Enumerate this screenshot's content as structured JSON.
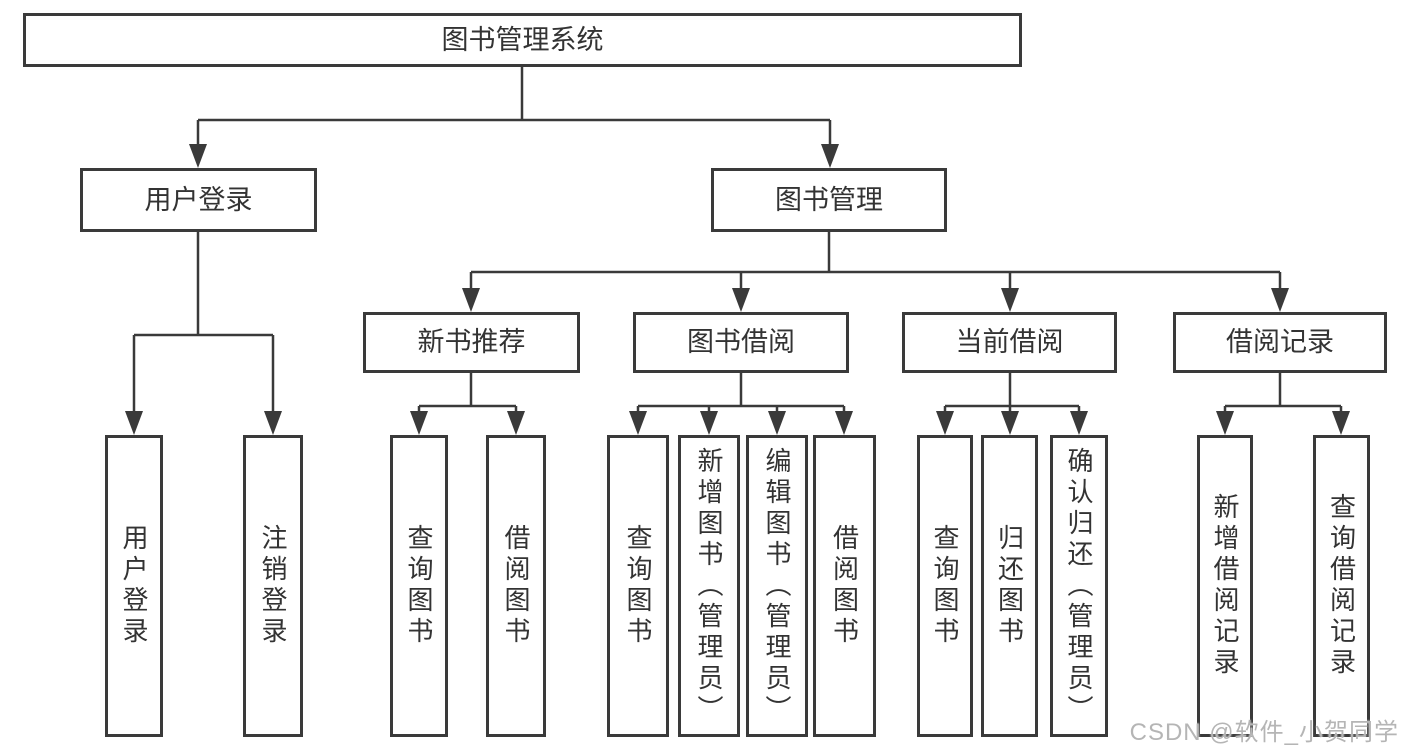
{
  "diagram": {
    "type": "tree",
    "root": {
      "label": "图书管理系统",
      "children": [
        {
          "label": "用户登录",
          "children": [
            {
              "label": "用户登录"
            },
            {
              "label": "注销登录"
            }
          ]
        },
        {
          "label": "图书管理",
          "children": [
            {
              "label": "新书推荐",
              "children": [
                {
                  "label": "查询图书"
                },
                {
                  "label": "借阅图书"
                }
              ]
            },
            {
              "label": "图书借阅",
              "children": [
                {
                  "label": "查询图书"
                },
                {
                  "label": "新增图书（管理员）"
                },
                {
                  "label": "编辑图书（管理员）"
                },
                {
                  "label": "借阅图书"
                }
              ]
            },
            {
              "label": "当前借阅",
              "children": [
                {
                  "label": "查询图书"
                },
                {
                  "label": "归还图书"
                },
                {
                  "label": "确认归还（管理员）"
                }
              ]
            },
            {
              "label": "借阅记录",
              "children": [
                {
                  "label": "新增借阅记录"
                },
                {
                  "label": "查询借阅记录"
                }
              ]
            }
          ]
        }
      ]
    }
  },
  "watermark": {
    "text": "CSDN @软件_小贺同学"
  },
  "colors": {
    "line": "#3a3a3a",
    "text": "#333333",
    "background": "#ffffff",
    "watermark": "#b5b5b5"
  }
}
